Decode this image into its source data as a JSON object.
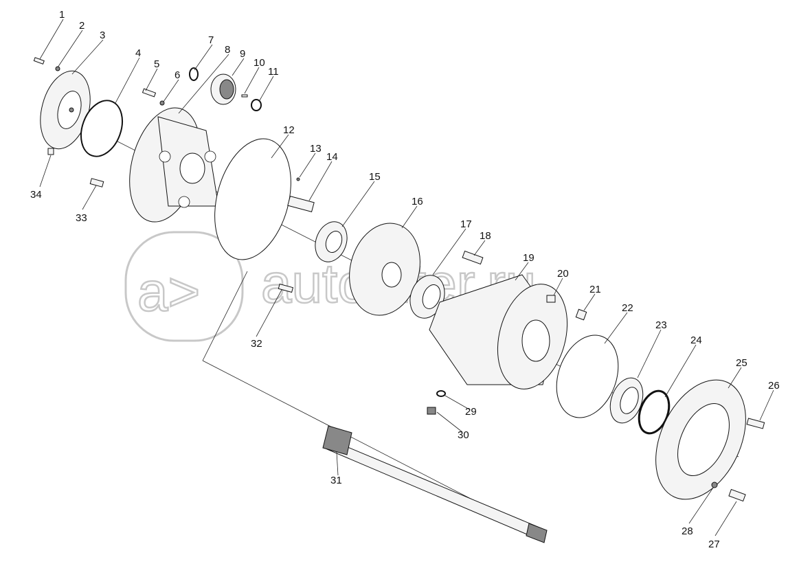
{
  "watermark": {
    "logo_letters": "a>",
    "text": "autopiter.ru"
  },
  "labels": [
    "1",
    "2",
    "3",
    "4",
    "5",
    "6",
    "7",
    "8",
    "9",
    "10",
    "11",
    "12",
    "13",
    "14",
    "15",
    "16",
    "17",
    "18",
    "19",
    "20",
    "21",
    "22",
    "23",
    "24",
    "25",
    "26",
    "27",
    "28",
    "29",
    "30",
    "31",
    "32",
    "33",
    "34"
  ],
  "colors": {
    "line": "#111111",
    "watermark": "#c8c8c8",
    "fill": "#f4f4f4"
  }
}
